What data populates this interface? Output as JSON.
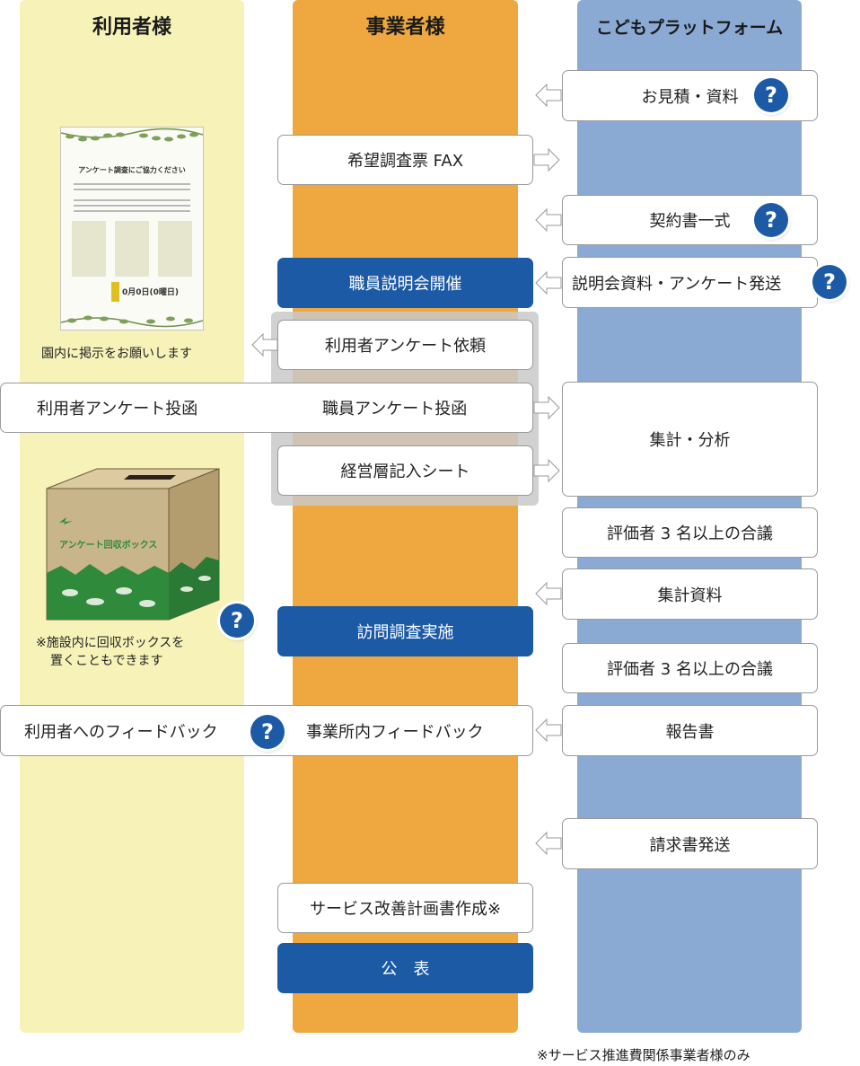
{
  "lanes": {
    "user": "利用者様",
    "business": "事業者様",
    "platform": "こどもプラットフォーム"
  },
  "steps": {
    "estimate": "お見積・資料",
    "survey_fax": "希望調査票 FAX",
    "contract": "契約書一式",
    "staff_briefing": "職員説明会開催",
    "briefing_materials": "説明会資料・アンケート発送",
    "user_survey_request": "利用者アンケート依頼",
    "user_survey_submit": "利用者アンケート投函",
    "staff_survey_submit": "職員アンケート投函",
    "aggregate_analysis": "集計・分析",
    "management_sheet": "経営層記入シート",
    "evaluator_council_1": "評価者 3 名以上の合議",
    "aggregate_materials": "集計資料",
    "visit_survey": "訪問調査実施",
    "evaluator_council_2": "評価者 3 名以上の合議",
    "user_feedback": "利用者へのフィードバック",
    "office_feedback": "事業所内フィードバック",
    "report": "報告書",
    "invoice": "請求書発送",
    "improvement_plan": "サービス改善計画書作成※",
    "publish": "公　表"
  },
  "poster": {
    "title": "アンケート調査にご協力ください",
    "date": "0月0日(0曜日)"
  },
  "collection_box": {
    "label": "アンケート回収ボックス"
  },
  "captions": {
    "poster_note": "園内に掲示をお願いします",
    "box_note_line1": "※施設内に回収ボックスを",
    "box_note_line2": "置くこともできます"
  },
  "help_icon_text": "?",
  "footnote": "※サービス推進費関係事業者様のみ",
  "colors": {
    "user_lane": "#f7f3b8",
    "business_lane": "#eea83f",
    "platform_lane": "#8aaad3",
    "accent_blue": "#1c5aa6",
    "box_green": "#2f8a3c",
    "box_kraft": "#c9b58a"
  }
}
